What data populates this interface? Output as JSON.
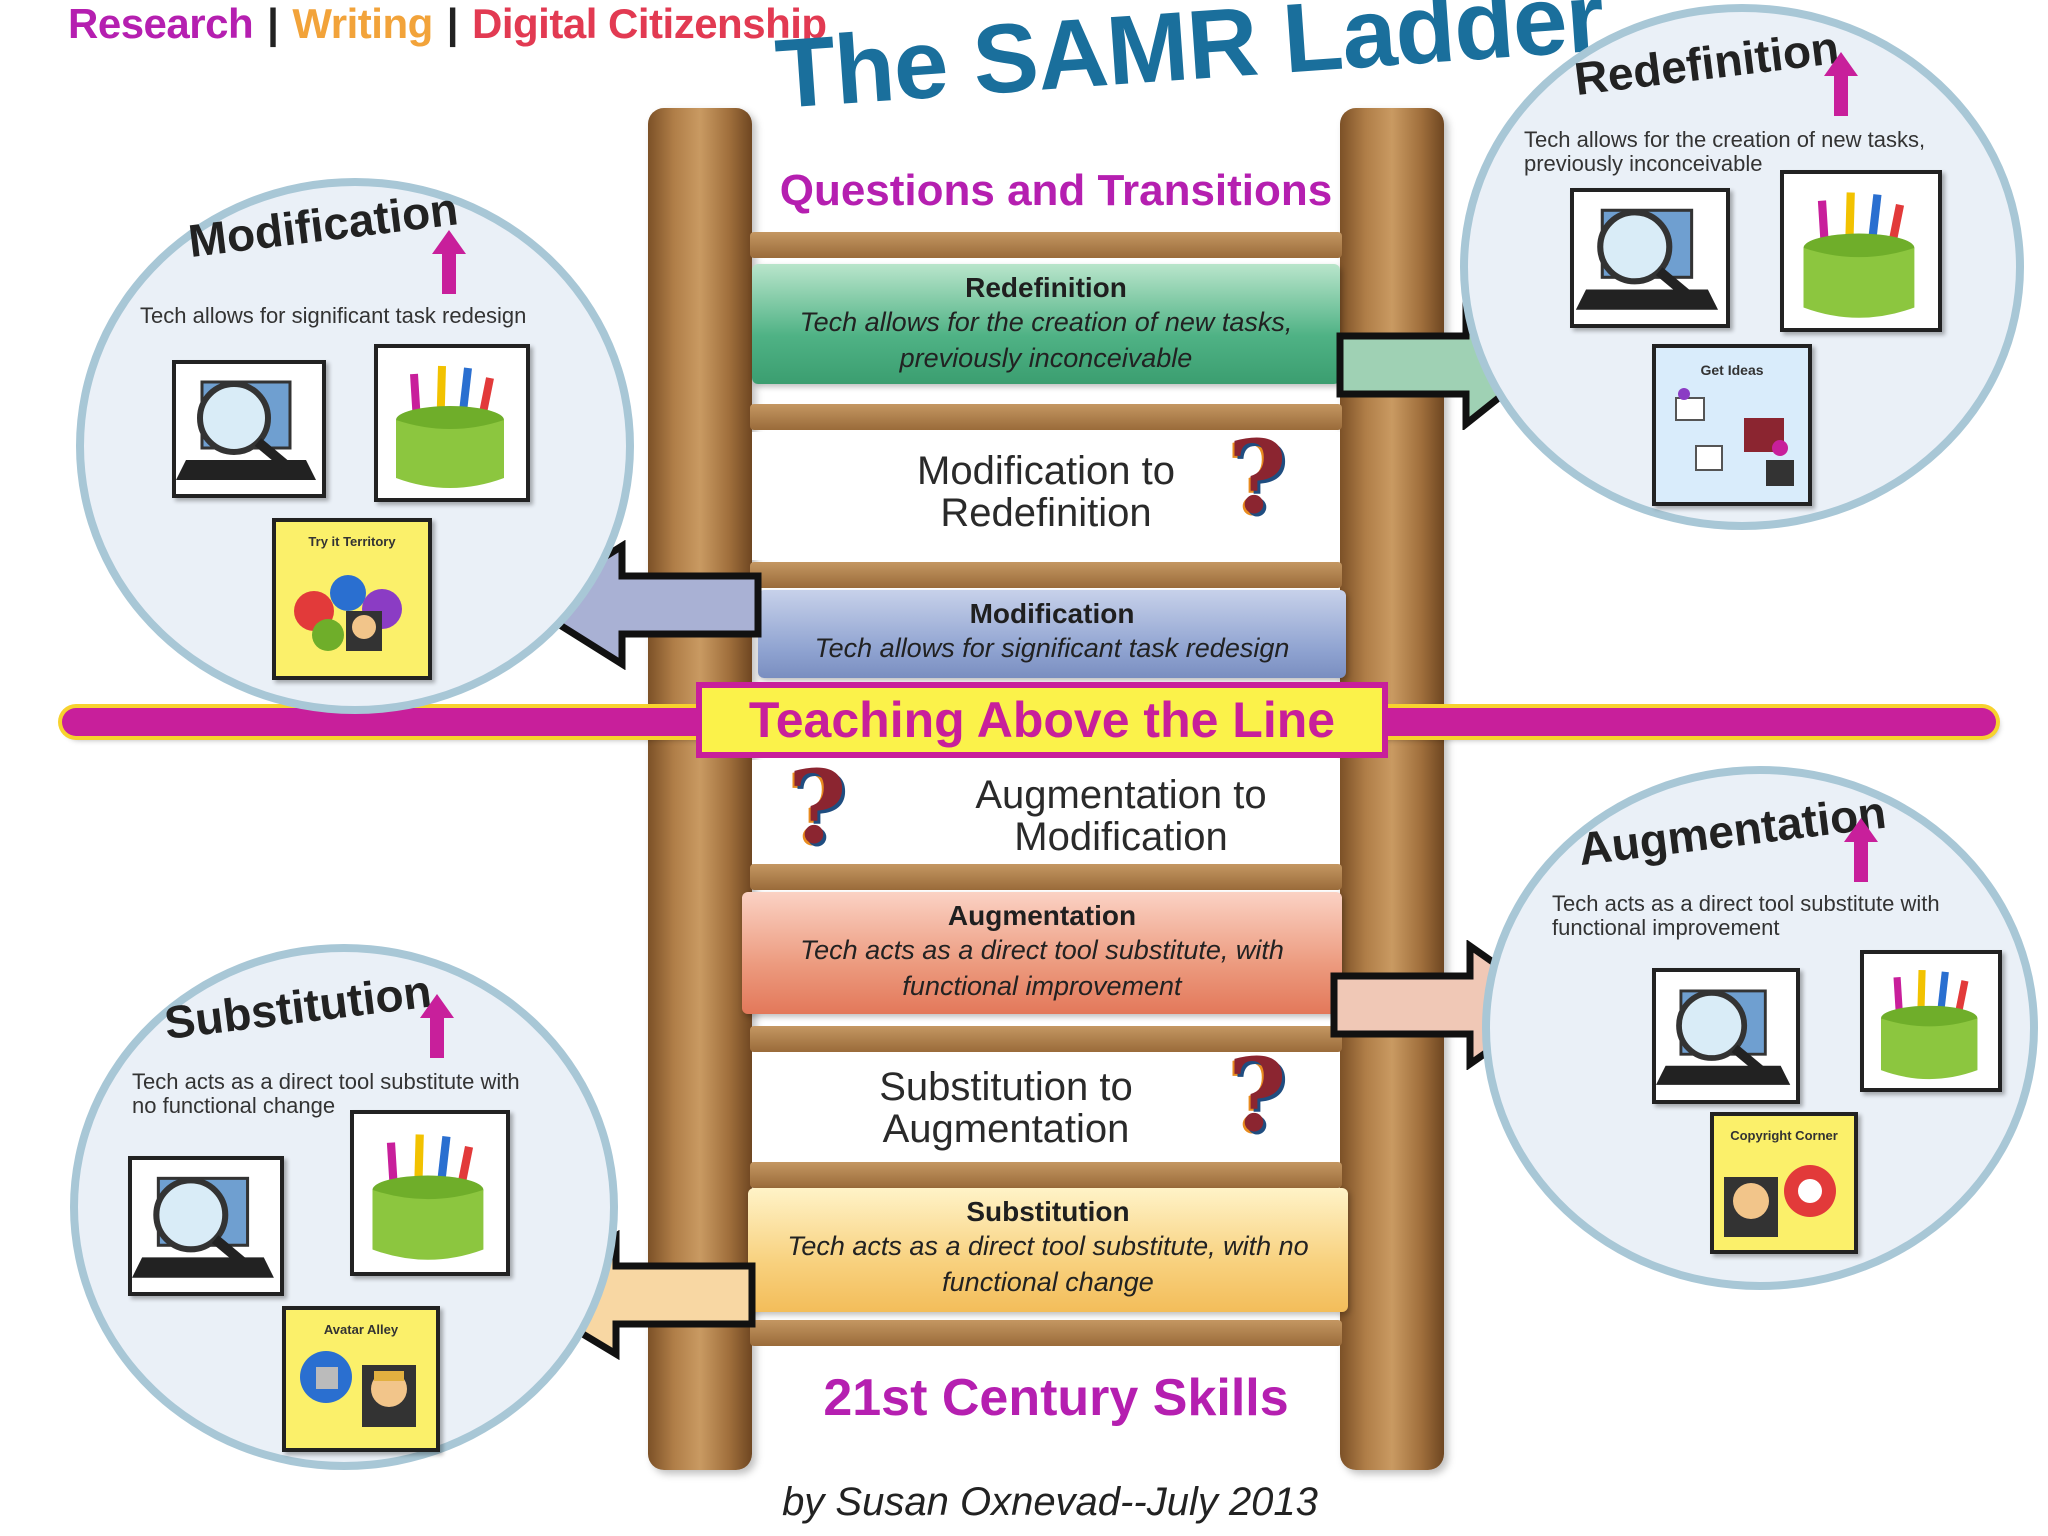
{
  "topnav": {
    "research": "Research",
    "writing": "Writing",
    "digital": "Digital Citizenship",
    "separator": "|"
  },
  "title": "The SAMR Ladder",
  "subtitle": "Questions and Transitions",
  "footer_label": "21st Century Skills",
  "byline": "by Susan Oxnevad--July 2013",
  "teaching_line": "Teaching Above the Line",
  "levels": {
    "redefinition": {
      "title": "Redefinition",
      "desc1": "Tech allows for the creation of new tasks,",
      "desc2": "previously inconceivable"
    },
    "modification": {
      "title": "Modification",
      "desc1": "Tech allows for significant task redesign"
    },
    "augmentation": {
      "title": "Augmentation",
      "desc1": "Tech acts as a direct tool substitute, with",
      "desc2": "functional improvement"
    },
    "substitution": {
      "title": "Substitution",
      "desc1": "Tech acts as a direct tool substitute, with no",
      "desc2": "functional change"
    }
  },
  "transitions": {
    "mod_to_redef": {
      "line1": "Modification to",
      "line2": "Redefinition"
    },
    "aug_to_mod": {
      "line1": "Augmentation to",
      "line2": "Modification"
    },
    "sub_to_aug": {
      "line1": "Substitution to",
      "line2": "Augmentation"
    },
    "qmark": "?"
  },
  "circles": {
    "redefinition": {
      "title": "Redefinition",
      "desc1": "Tech allows for the creation of new tasks,",
      "desc2": "previously inconceivable",
      "tile_label": "Get Ideas"
    },
    "modification": {
      "title": "Modification",
      "desc1": "Tech allows for significant task redesign",
      "tile_label": "Try it Territory"
    },
    "augmentation": {
      "title": "Augmentation",
      "desc1": "Tech acts as a direct tool substitute with",
      "desc2": "functional improvement",
      "tile_label": "Copyright Corner"
    },
    "substitution": {
      "title": "Substitution",
      "desc1": "Tech acts as a direct tool substitute with",
      "desc2": "no functional change",
      "tile_label": "Avatar Alley"
    }
  },
  "colors": {
    "research": "#b51fb0",
    "writing": "#f2a33a",
    "digital": "#e23a52",
    "title": "#1a6f9c",
    "accent": "#c81f9b",
    "arrow_redefinition": "#9fd1b4",
    "arrow_modification": "#a9b1d4",
    "arrow_augmentation": "#f0c8b6",
    "arrow_substitution": "#f8d7a3"
  }
}
